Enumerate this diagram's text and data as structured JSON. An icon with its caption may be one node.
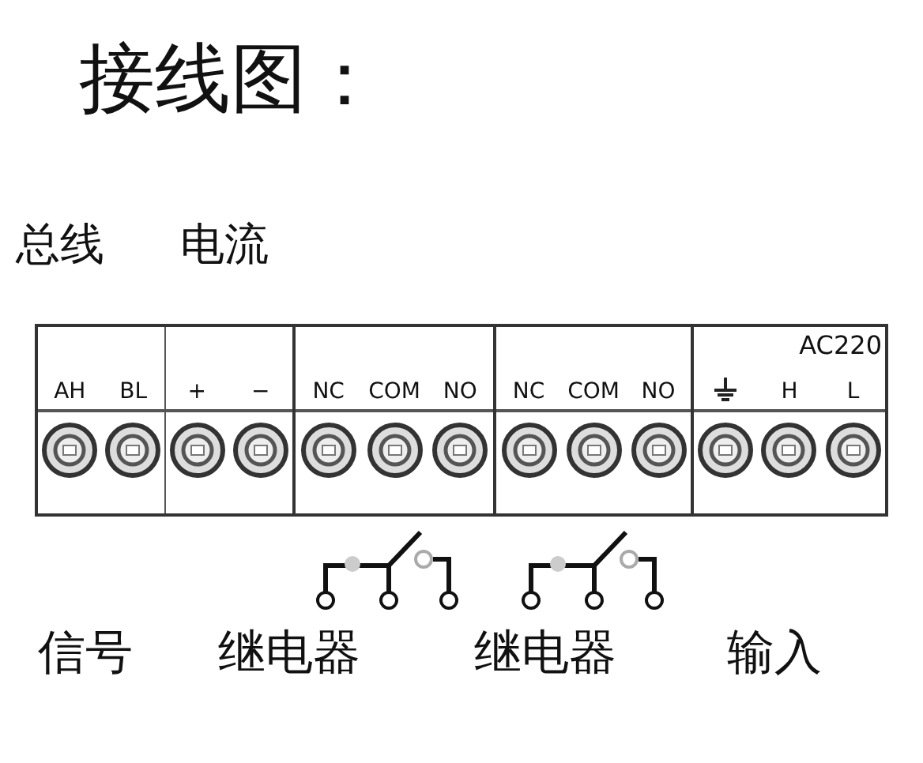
{
  "diagram": {
    "title": "接线图：",
    "nodes": [
      {
        "text": [
          "AH",
          "BL",
          "+",
          "−"
        ]
      },
      {
        "text": [
          "NC",
          "COM",
          "NO"
        ]
      },
      {
        "text": [
          "NC",
          "COM",
          "NO"
        ]
      },
      {
        "text": [
          "AC220",
          "H",
          "L"
        ]
      }
    ],
    "labels": [
      "总线",
      "电流",
      "信号",
      "继电器",
      "继电器",
      "输入"
    ]
  }
}
